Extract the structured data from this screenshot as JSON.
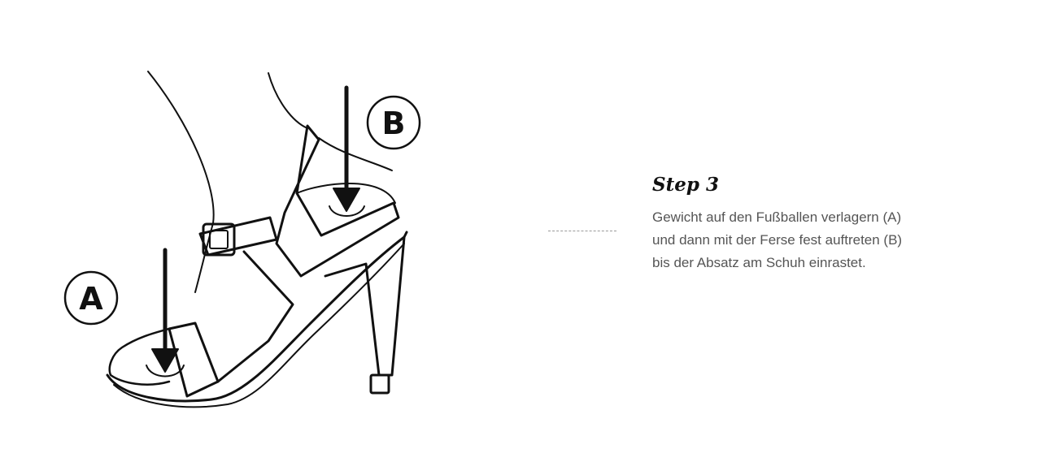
{
  "illustration": {
    "marker_a": "A",
    "marker_b": "B",
    "arrow_icon": "down-arrow-icon",
    "line_color": "#111111"
  },
  "step": {
    "title": "Step 3",
    "lines": [
      "Gewicht auf den Fußballen verlagern (A)",
      "und dann mit der Ferse fest auftreten (B)",
      "bis der Absatz am Schuh einrastet."
    ]
  }
}
